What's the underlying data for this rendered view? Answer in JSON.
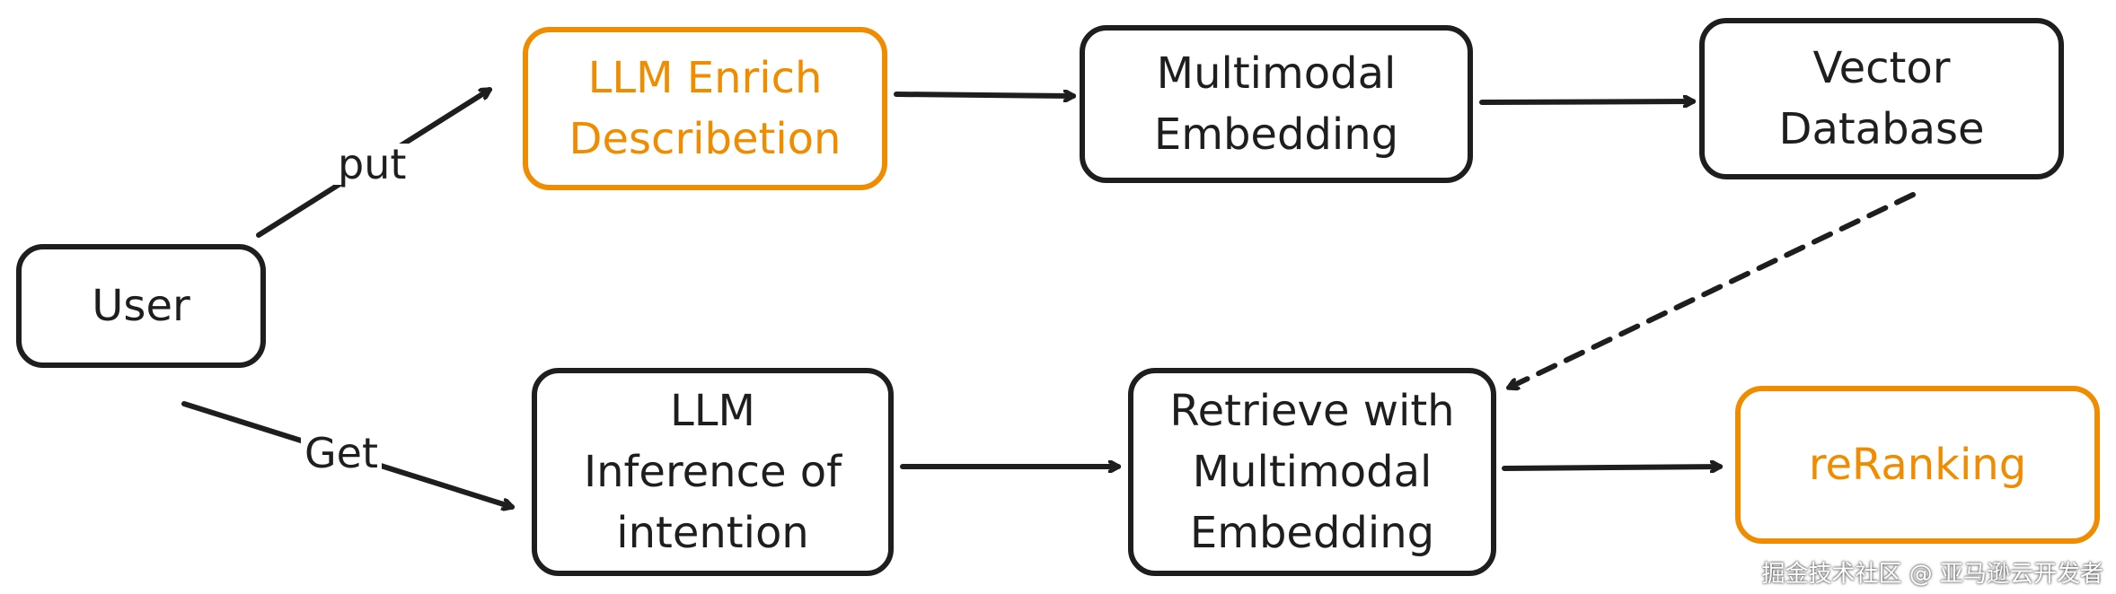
{
  "nodes": {
    "user": {
      "lines": [
        "User"
      ]
    },
    "llm_enrich": {
      "lines": [
        "LLM Enrich",
        "Describetion"
      ]
    },
    "multimodal_embedding": {
      "lines": [
        "Multimodal",
        "Embedding"
      ]
    },
    "vector_database": {
      "lines": [
        "Vector",
        "Database"
      ]
    },
    "llm_inference": {
      "lines": [
        "LLM",
        "Inference of",
        "intention"
      ]
    },
    "retrieve": {
      "lines": [
        "Retrieve with",
        "Multimodal",
        "Embedding"
      ]
    },
    "reranking": {
      "lines": [
        "reRanking"
      ]
    }
  },
  "edge_labels": {
    "put": "put",
    "get": "Get"
  },
  "colors": {
    "stroke": "#1e1e1e",
    "accent": "#f08c00"
  },
  "watermark": "掘金技术社区 @ 亚马逊云开发者"
}
